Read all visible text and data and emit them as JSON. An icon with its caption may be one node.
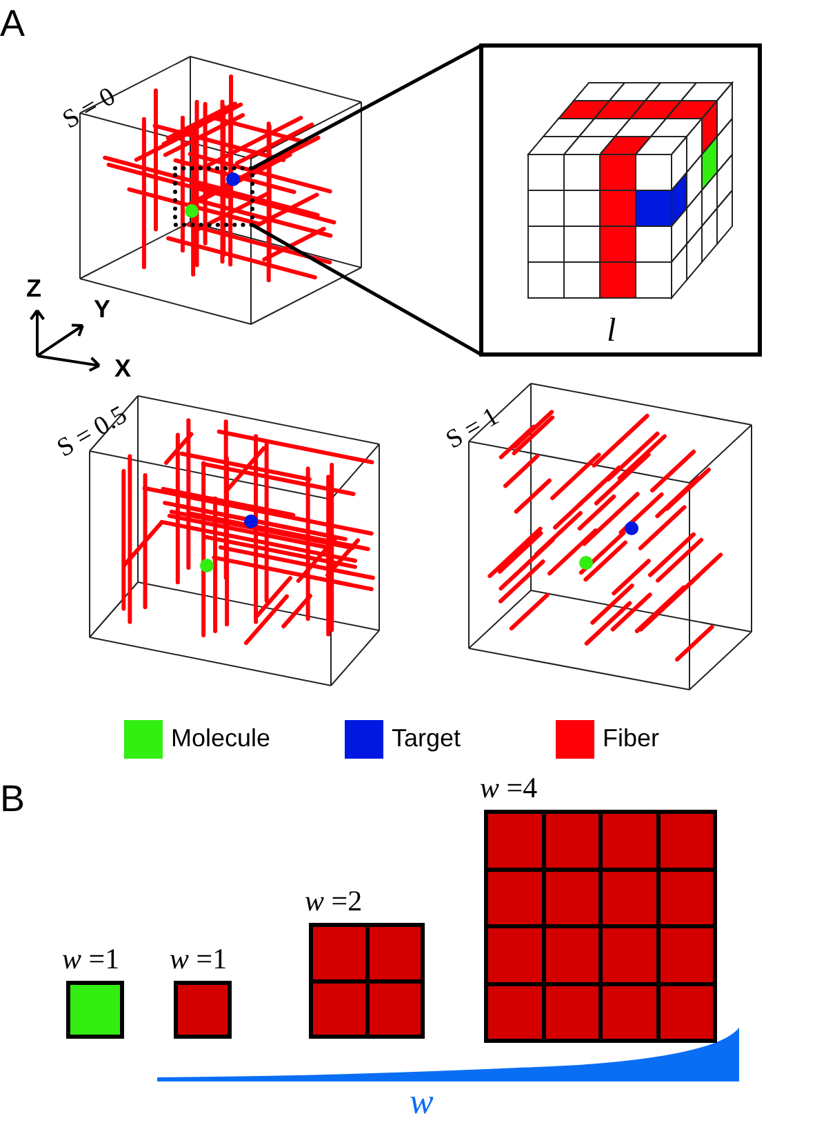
{
  "diagram": {
    "nodes": [
      {
        "text": [
          "*w* =1"
        ]
      },
      {
        "text": [
          "*w* =1"
        ]
      },
      {
        "text": [
          "*w* =2"
        ]
      },
      {
        "text": [
          "*w* =4"
        ]
      },
      {
        "text": [],
        "shape": "box"
      },
      {
        "text": [],
        "shape": "picture"
      }
    ],
    "edges": [
      {
        "from": 4,
        "to": 5,
        "arrow": "none"
      },
      {
        "from": 4,
        "to": 5,
        "arrow": "none"
      }
    ],
    "labels": [
      "A",
      "S = 0",
      "Z",
      "Y",
      "X",
      "l",
      "S = 0.5",
      "S = 1",
      "B",
      "w"
    ],
    "legend": [
      {
        "text": "Molecule",
        "color": "#33ee11"
      },
      {
        "text": "Target",
        "color": "#0018e0"
      },
      {
        "text": "Fiber",
        "color": "#ff0008"
      }
    ]
  }
}
